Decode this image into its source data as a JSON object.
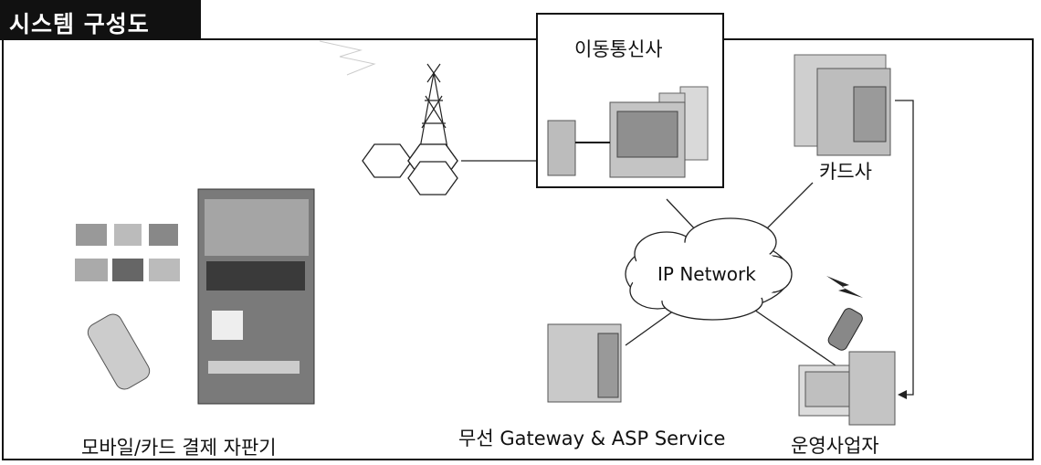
{
  "title": "시스템 구성도",
  "nodes": {
    "mobile_operator": "이동통신사",
    "card_company": "카드사",
    "ip_network": "IP Network",
    "gateway": "무선 Gateway & ASP Service",
    "operator": "운영사업자",
    "vending": "모바일/카드 결제 자판기"
  }
}
